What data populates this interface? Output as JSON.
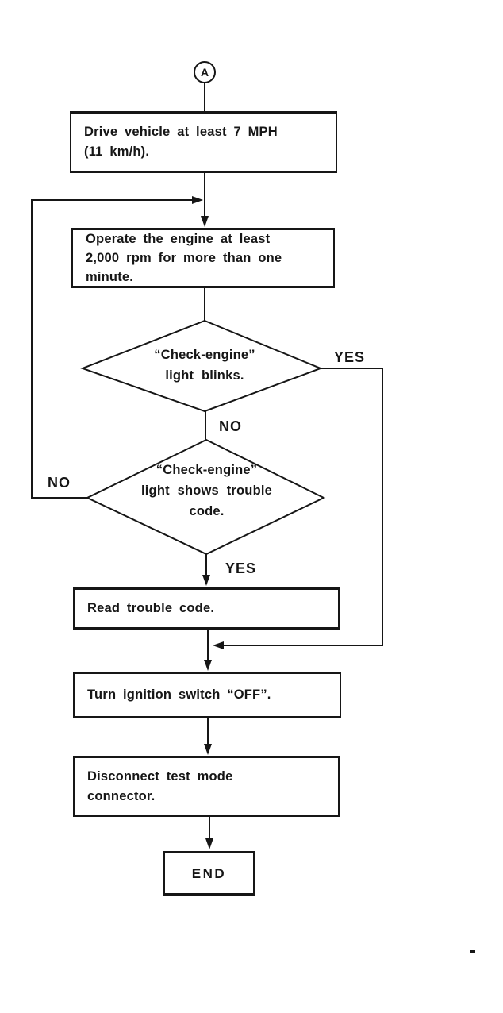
{
  "colors": {
    "ink": "#161616",
    "paper": "#ffffff"
  },
  "flowchart": {
    "connector_a": {
      "label": "A"
    },
    "nodes": {
      "drive": {
        "type": "process",
        "line1": "Drive vehicle at least 7 MPH",
        "line2": "(11 km/h)."
      },
      "operate": {
        "type": "process",
        "line1": "Operate the engine at least",
        "line2": "2,000 rpm for more than one",
        "line3": "minute."
      },
      "blinks": {
        "type": "decision",
        "line1": "“Check-engine”",
        "line2": "light blinks."
      },
      "shows_code": {
        "type": "decision",
        "line1": "“Check-engine”",
        "line2": "light shows trouble",
        "line3": "code."
      },
      "read_code": {
        "type": "process",
        "line1": "Read trouble code."
      },
      "ignition_off": {
        "type": "process",
        "line1": "Turn ignition switch “OFF”."
      },
      "disconnect": {
        "type": "process",
        "line1": "Disconnect test mode",
        "line2": "connector."
      },
      "end": {
        "type": "terminal",
        "line1": "END"
      }
    },
    "labels": {
      "blinks_yes": "YES",
      "blinks_no": "NO",
      "shows_code_no": "NO",
      "shows_code_yes": "YES"
    }
  }
}
